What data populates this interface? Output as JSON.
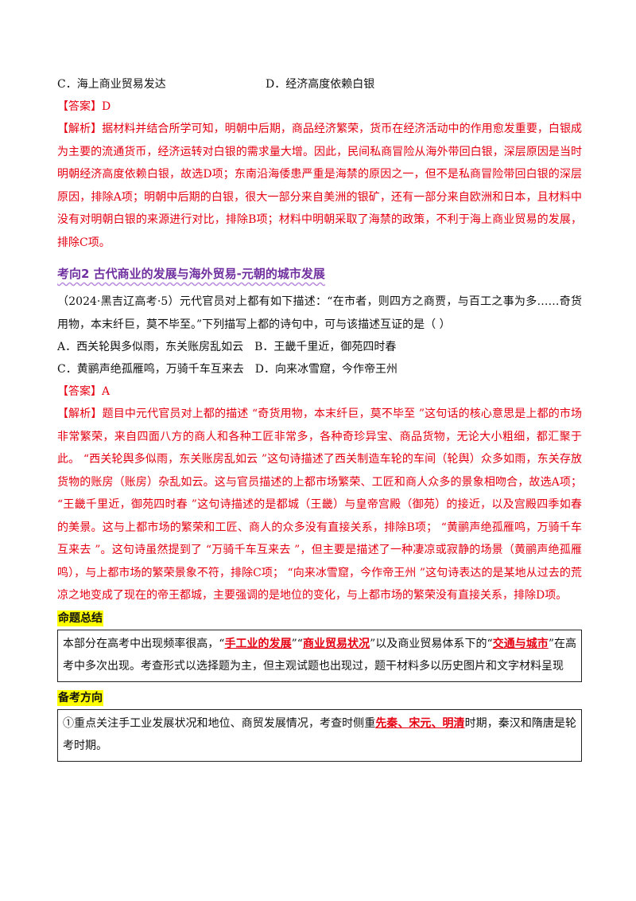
{
  "options_top": {
    "c": "C．海上商业贸易发达",
    "d": "D．经济高度依赖白银"
  },
  "q1": {
    "answer_label": "【答案】",
    "answer_value": "D",
    "explanation_label": "【解析】",
    "explanation": "据材料并结合所学可知，明朝中后期，商品经济繁荣，货币在经济活动中的作用愈发重要，白银成为主要的流通货币，经济运转对白银的需求量大增。因此，民间私商冒险从海外带回白银，深层原因是当时明朝经济高度依赖白银，故选D项；东南沿海倭患严重是海禁的原因之一，但不是私商冒险带回白银的深层原因，排除A项；明朝中后期的白银，很大一部分来自美洲的银矿，还有一部分来自欧洲和日本，且材料中没有对明朝白银的来源进行对比，排除B项；材料中明朝采取了海禁的政策，不利于海上商业贸易的发展，排除C项。"
  },
  "section2": {
    "heading": "考向2    古代商业的发展与海外贸易-元朝的城市发展"
  },
  "q2": {
    "stem": "（2024·黑吉辽高考·5）元代官员对上都有如下描述：“在市者，则四方之商贾，与百工之事为多……奇货用物，本末纤巨，莫不毕至。”下列描写上都的诗句中，可与该描述互证的是（        ）",
    "options": {
      "a": "A．西关轮舆多似雨，东关账房乱如云",
      "b": "B．王畿千里近，御苑四时春",
      "c": "C．黄鹂声绝孤雁鸣，万骑千车互来去",
      "d": "D．向来冰雪窟，今作帝王州"
    },
    "answer_label": "【答案】",
    "answer_value": "A",
    "explanation_label": "【解析】",
    "explanation": "题目中元代官员对上都的描述 “奇货用物，本末纤巨，莫不毕至 ”这句话的核心意思是上都的市场非常繁荣，来自四面八方的商人和各种工匠非常多，各种奇珍异宝、商品货物，无论大小粗细，都汇聚于此。 “西关轮舆多似雨，东关账房乱如云 ”这句诗描述了西关制造车轮的车间（轮舆）众多如雨，东关存放货物的账房（账房）杂乱如云。这与官员描述的上都市场繁荣、工匠和商人众多的景象相吻合，故选A项； “王畿千里近，御苑四时春 ”这句诗描述的是都城（王畿）与皇帝宫殿（御苑）的接近，以及宫殿四季如春的美景。这与上都市场的繁荣和工匠、商人的众多没有直接关系，排除B项； “黄鹂声绝孤雁鸣，万骑千车互来去 ”。这句诗虽然提到了 “万骑千车互来去 ”，但主要是描述了一种凄凉或寂静的场景（黄鹂声绝孤雁鸣），与上都市场的繁荣景象不符，排除C项； “向来冰雪窟，今作帝王州 ”这句诗表达的是某地从过去的荒凉之地变成了现在的帝王都城，主要强调的是地位的变化，与上都市场的繁荣没有直接关系，排除D项。"
  },
  "summary": {
    "title": "命题总结",
    "text_1": "本部分在高考中出现频率很高，“",
    "hl_1": "手工业的发展",
    "text_2": "”“",
    "hl_2": "商业贸易状况",
    "text_3": "”以及商业贸易体系下的“",
    "hl_3": "交通与城市",
    "text_4": "”在高考中多次出现。考查形式以选择题为主，但主观试题也出现过，题干材料多以历史图片和文字材料呈现"
  },
  "direction": {
    "title": "备考方向",
    "text_1": "①重点关注手工业发展状况和地位、商贸发展情况，考查时侧重",
    "hl_1": "先秦、宋元、明清",
    "text_2": "时期，秦汉和隋唐是轮考时期。"
  }
}
